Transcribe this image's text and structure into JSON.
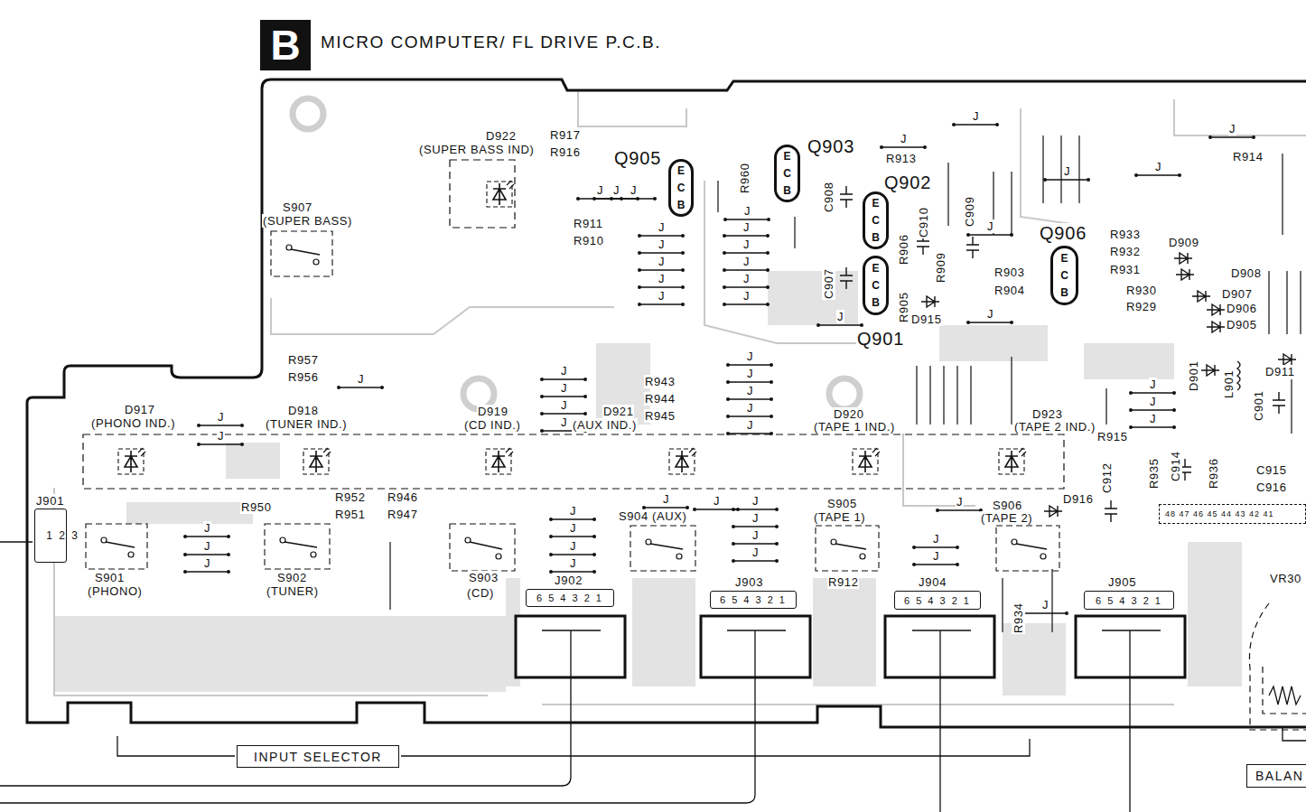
{
  "diagram": {
    "title": "MICRO COMPUTER/ FL DRIVE P.C.B.",
    "nodes": [
      {
        "text": [
          "B"
        ]
      },
      {
        "text": [
          "Q905",
          "E C B"
        ]
      },
      {
        "text": [
          "Q903",
          "E C B"
        ]
      },
      {
        "text": [
          "Q902",
          "E C B"
        ]
      },
      {
        "text": [
          "Q906",
          "E C B"
        ]
      },
      {
        "text": [
          "Q901",
          "E C B"
        ]
      },
      {
        "text": [
          "48 47 46 45 44 43 42 41"
        ]
      },
      {
        "text": [
          "J901",
          "1 2 3"
        ]
      },
      {
        "text": [
          "J902",
          "6 5 4 3 2 1"
        ]
      },
      {
        "text": [
          "J903",
          "6 5 4 3 2 1"
        ]
      },
      {
        "text": [
          "J904",
          "6 5 4 3 2 1"
        ]
      },
      {
        "text": [
          "J905",
          "6 5 4 3 2 1"
        ]
      },
      {
        "text": [
          "INPUT SELECTOR"
        ]
      },
      {
        "text": [
          "BALAN"
        ]
      }
    ],
    "labels": [
      "D922",
      "(SUPER BASS IND)",
      "R917",
      "R916",
      "R960",
      "R913",
      "C908",
      "C910",
      "C909",
      "R906",
      "R909",
      "C907",
      "R905",
      "D915",
      "R903",
      "R904",
      "R933",
      "R932",
      "R931",
      "R930",
      "R929",
      "D909",
      "D908",
      "D907",
      "D906",
      "D905",
      "R914",
      "S907",
      "(SUPER BASS)",
      "R911",
      "R910",
      "R957",
      "R956",
      "R943",
      "R944",
      "R945",
      "D917",
      "(PHONO IND.)",
      "D918",
      "(TUNER IND.)",
      "D919",
      "(CD IND.)",
      "D921",
      "(AUX IND.)",
      "D920",
      "(TAPE 1 IND.)",
      "D923",
      "(TAPE 2 IND.)",
      "R915",
      "C912",
      "R935",
      "C914",
      "R936",
      "C915",
      "C916",
      "D901",
      "L901",
      "D911",
      "C901",
      "R950",
      "R952",
      "R951",
      "R946",
      "R947",
      "S901",
      "(PHONO)",
      "S902",
      "(TUNER)",
      "S903",
      "(CD)",
      "S904 (AUX)",
      "S905",
      "(TAPE 1)",
      "S906",
      "(TAPE 2)",
      "D916",
      "R912",
      "R934",
      "VR30",
      "J",
      "J",
      "J",
      "J",
      "J",
      "J",
      "J",
      "J",
      "J",
      "J",
      "J",
      "J",
      "J",
      "J",
      "J",
      "J",
      "J",
      "J",
      "J",
      "J",
      "J",
      "J",
      "J",
      "J",
      "J",
      "J",
      "J",
      "J",
      "J",
      "J",
      "J",
      "J",
      "J",
      "J",
      "J",
      "J",
      "J",
      "J",
      "J",
      "J",
      "J",
      "J",
      "J",
      "J",
      "J",
      "J",
      "J",
      "J",
      "J",
      "J",
      "J",
      "J",
      "J",
      "J"
    ]
  }
}
